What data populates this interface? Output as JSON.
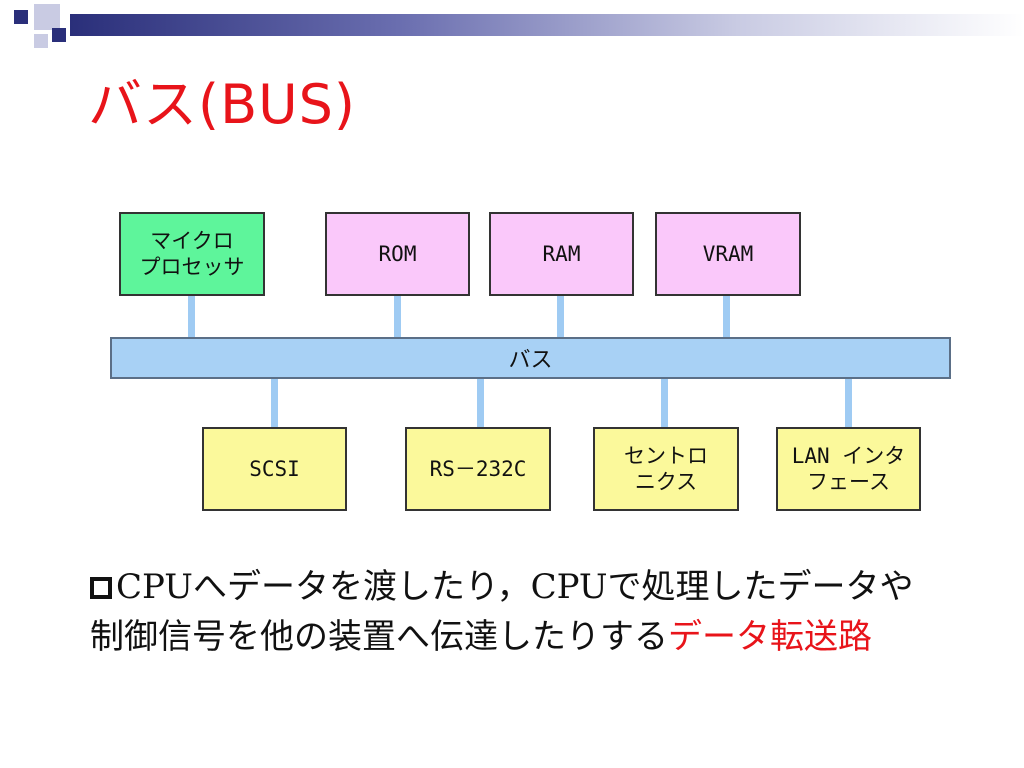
{
  "title": "バス(BUS)",
  "top_devices": [
    {
      "label": "マイクロ\nプロセッサ",
      "color": "#5ef59b"
    },
    {
      "label": "ROM",
      "color": "#fac8fa"
    },
    {
      "label": "RAM",
      "color": "#fac8fa"
    },
    {
      "label": "VRAM",
      "color": "#fac8fa"
    }
  ],
  "bus_label": "バス",
  "bottom_devices": [
    {
      "label": "SCSI",
      "color": "#fbf99b"
    },
    {
      "label": "RS－232C",
      "color": "#fbf99b"
    },
    {
      "label": "セントロ\nニクス",
      "color": "#fbf99b"
    },
    {
      "label": "LAN インタ\nフェース",
      "color": "#fbf99b"
    }
  ],
  "description": {
    "line1_part1": "CPU",
    "line1_part2": "へデータを渡したり",
    "line1_comma": "，",
    "line1_part3": "CPU",
    "line1_part4": "で処理したデータや",
    "line2_part1": "制御信号を他の装置へ伝達したりする",
    "line2_highlight": "データ転送路"
  },
  "colors": {
    "accent_red": "#e8141a",
    "bus_blue": "#a8d1f5",
    "header_navy": "#2a2f7a"
  }
}
